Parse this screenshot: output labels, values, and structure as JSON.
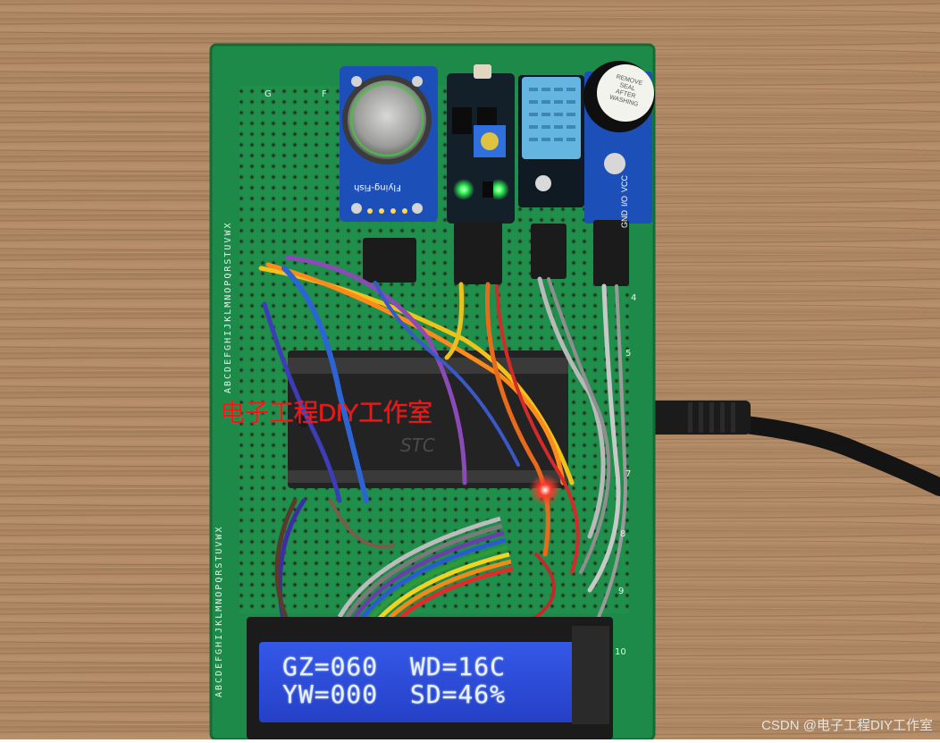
{
  "watermark": {
    "center": "电子工程DIY工作室",
    "corner": "CSDN @电子工程DIY工作室"
  },
  "lcd": {
    "line1": "GZ=060  WD=16C",
    "line2": "YW=000  SD=46%"
  },
  "sensor": {
    "mq_label": "Flying-Fish"
  },
  "buzzer": {
    "sticker": [
      "REMOVE",
      "SEAL",
      "AFTER",
      "WASHING"
    ]
  },
  "module_pins": [
    "GND",
    "I/O",
    "VCC"
  ],
  "mcu_marking": "STC",
  "board_edge": {
    "left_letters_top": "ABCDEFGHIJKLMNOPQRSTUVWX",
    "left_letters_bottom": "ABCDEFGHIJKLMNOPQRSTUVWX",
    "top_letters": [
      "G",
      "F"
    ],
    "right_numbers": [
      "4",
      "5",
      "7",
      "8",
      "9",
      "10"
    ]
  },
  "colors": {
    "wood_light": "#b58e6a",
    "wood_dark": "#8c6746",
    "pcb_green": "#1f8f4c",
    "lcd_blue": "#2a49d8"
  }
}
